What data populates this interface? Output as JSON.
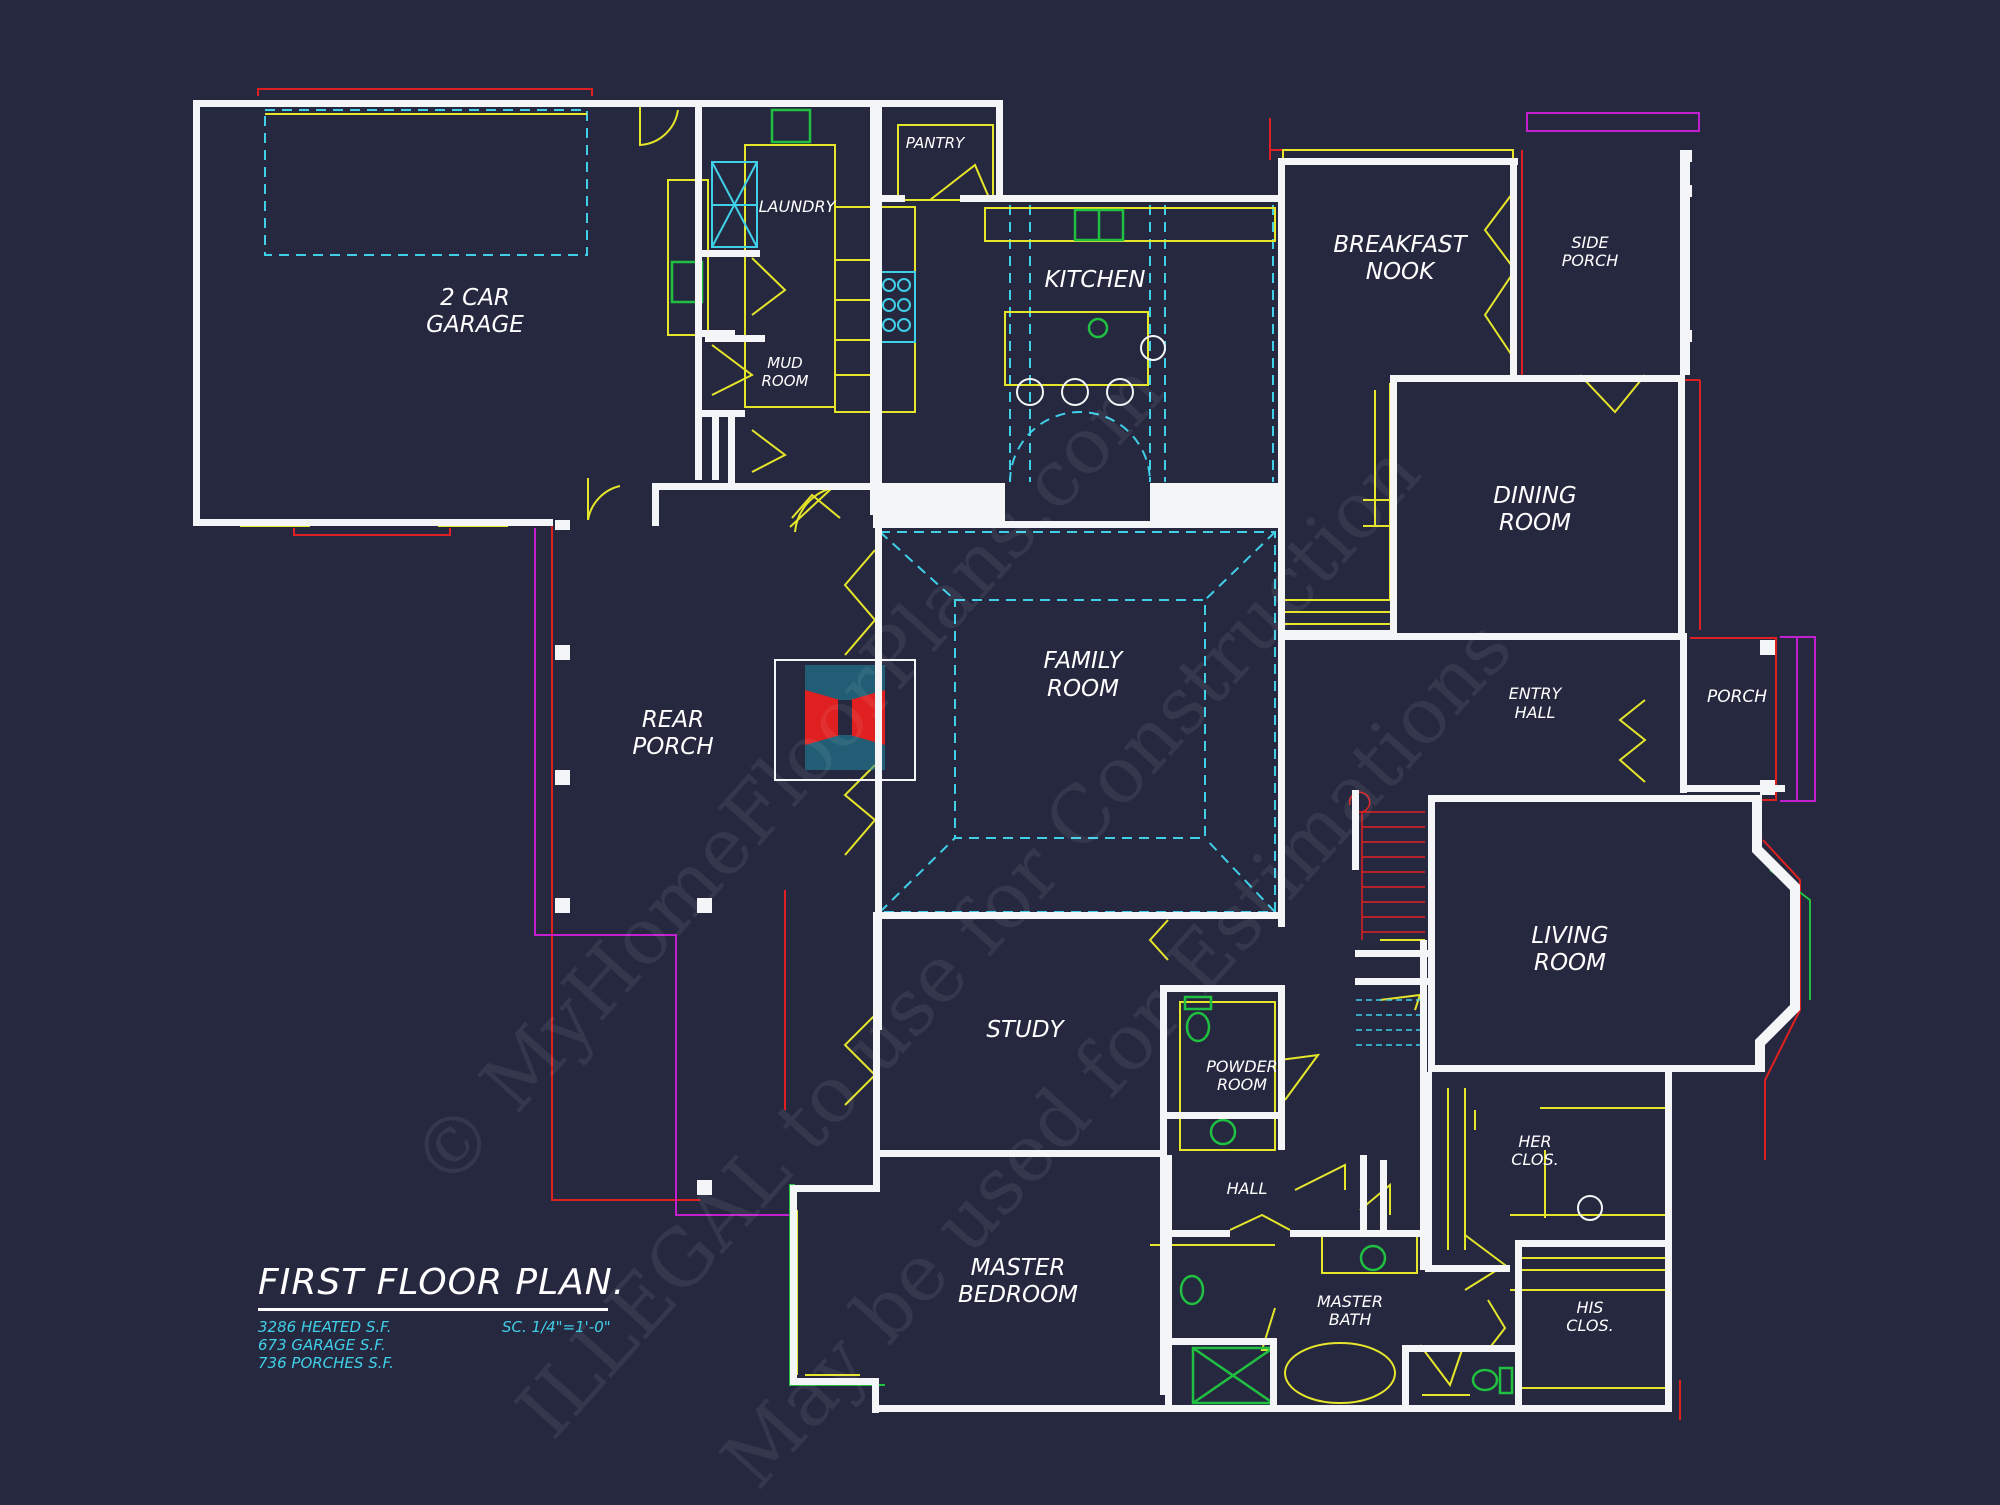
{
  "title": "FIRST FLOOR PLAN.",
  "stats": [
    "3286 HEATED S.F.",
    "673 GARAGE S.F.",
    "736 PORCHES S.F."
  ],
  "scale": "SC. 1/4\"=1'-0\"",
  "watermark": {
    "line1": "© MyHomeFloorPlans.com",
    "line2": "ILLEGAL to use for Construction",
    "line3": "May be used for Estimations"
  },
  "rooms": {
    "garage": [
      "2 CAR",
      "GARAGE"
    ],
    "laundry": "LAUNDRY",
    "pantry": "PANTRY",
    "mud_room": [
      "MUD",
      "ROOM"
    ],
    "kitchen": "KITCHEN",
    "breakfast_nook": [
      "BREAKFAST",
      "NOOK"
    ],
    "side_porch": [
      "SIDE",
      "PORCH"
    ],
    "dining_room": [
      "DINING",
      "ROOM"
    ],
    "family_room": [
      "FAMILY",
      "ROOM"
    ],
    "rear_porch": [
      "REAR",
      "PORCH"
    ],
    "entry_hall": [
      "ENTRY",
      "HALL"
    ],
    "porch": "PORCH",
    "living_room": [
      "LIVING",
      "ROOM"
    ],
    "study": "STUDY",
    "powder_room": [
      "POWDER",
      "ROOM"
    ],
    "her_closet": [
      "HER",
      "CLOS."
    ],
    "hall": "HALL",
    "master_bedroom": [
      "MASTER",
      "BEDROOM"
    ],
    "master_bath": [
      "MASTER",
      "BATH"
    ],
    "his_closet": [
      "HIS",
      "CLOS."
    ]
  },
  "colors": {
    "background": "#262840",
    "wall": "#f4f5f7",
    "fixture": "#e5e52a",
    "outline": "#e02020",
    "porch_edge": "#c020d0",
    "dashed": "#3fd0e8",
    "appliance": "#20c040"
  }
}
